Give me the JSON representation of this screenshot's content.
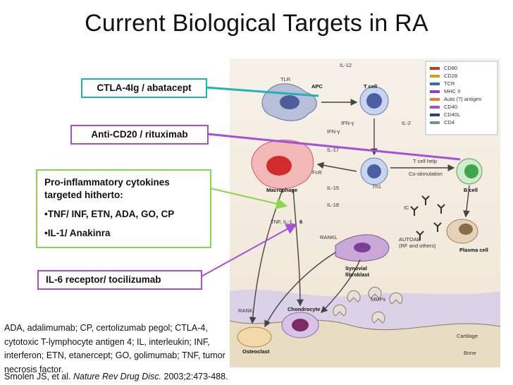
{
  "title": "Current Biological Targets in RA",
  "callouts": {
    "abatacept": "CTLA-4Ig / abatacept",
    "rituximab": "Anti-CD20 / rituximab",
    "cytokines_heading": "Pro-inflammatory cytokines targeted hitherto:",
    "cytokines_item1": "•TNF/ INF, ETN, ADA, GO, CP",
    "cytokines_item2": "•IL-1/ Anakinra",
    "tocilizumab": "IL-6 receptor/ tocilizumab"
  },
  "footnote": {
    "abbreviations": "ADA, adalimumab; CP, certolizumab pegol; CTLA-4, cytotoxic T-lymphocyte antigen 4; IL, interleukin; INF, interferon; ETN, etanercept; GO, golimumab; TNF, tumor necrosis factor.",
    "ref_authors": "Smolen JS, et al. ",
    "ref_journal": "Nature Rev Drug Disc.",
    "ref_details": " 2003;2:473-488."
  },
  "diagram": {
    "labels": {
      "il12": "IL-12",
      "tlr": "TLR",
      "apc": "APC",
      "tcell": "T cell",
      "ifng1": "IFN-γ",
      "il2": "IL-2",
      "ifng2": "IFN-γ",
      "il17": "IL-17",
      "fcr": "FcR",
      "macrophage": "Macrophage",
      "il15": "IL-15",
      "il18": "IL-18",
      "th1": "Th1",
      "tcell_help": "T cell help",
      "costim": "Co-stimulation",
      "bcell": "B cell",
      "ic": "IC",
      "tnf_il1": "TNF, IL-1",
      "il6": "6",
      "autoab": "AUTOAB",
      "autoab_sub": "(RF and others)",
      "plasma": "Plasma cell",
      "rankl": "RANKL",
      "synovial": "Synovial",
      "fibroblast": "fibroblast",
      "mmps": "MMPs",
      "chondrocyte": "Chondrocyte",
      "rank": "RANK",
      "osteoclast": "Osteoclast",
      "cartilage": "Cartilage",
      "bone": "Bone"
    },
    "legend": [
      "CD80",
      "CD28",
      "TCR",
      "MHC II",
      "Auto (?) antigen",
      "CD40",
      "CD40L",
      "CD4"
    ]
  }
}
